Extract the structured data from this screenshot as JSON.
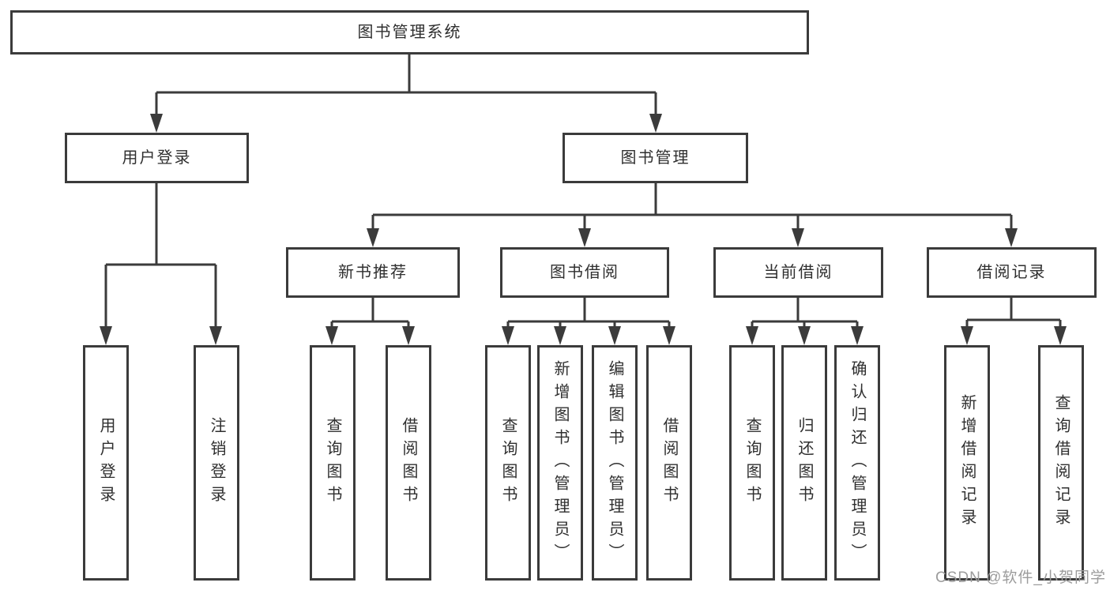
{
  "diagram": {
    "root": {
      "label": "图书管理系统"
    },
    "branches": [
      {
        "label": "用户登录",
        "children": [
          {
            "label": "用户登录"
          },
          {
            "label": "注销登录"
          }
        ]
      },
      {
        "label": "图书管理",
        "groups": [
          {
            "label": "新书推荐",
            "children": [
              {
                "label": "查询图书"
              },
              {
                "label": "借阅图书"
              }
            ]
          },
          {
            "label": "图书借阅",
            "children": [
              {
                "label": "查询图书"
              },
              {
                "label": "新增图书（管理员）"
              },
              {
                "label": "编辑图书（管理员）"
              },
              {
                "label": "借阅图书"
              }
            ]
          },
          {
            "label": "当前借阅",
            "children": [
              {
                "label": "查询图书"
              },
              {
                "label": "归还图书"
              },
              {
                "label": "确认归还（管理员）"
              }
            ]
          },
          {
            "label": "借阅记录",
            "children": [
              {
                "label": "新增借阅记录"
              },
              {
                "label": "查询借阅记录"
              }
            ]
          }
        ]
      }
    ]
  },
  "watermark": {
    "text": "CSDN @软件_小贺同学"
  },
  "colors": {
    "line": "#3b3b3b",
    "box_border": "#3b3b3b",
    "text": "#2f2f2f",
    "watermark": "#9c9c9c",
    "background": "#ffffff"
  }
}
